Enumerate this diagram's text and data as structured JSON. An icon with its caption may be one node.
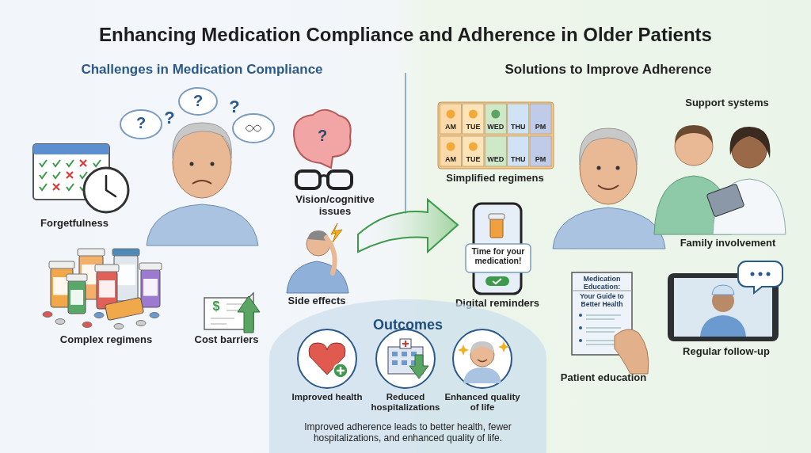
{
  "diagram": {
    "title": "Enhancing Medication Compliance and Adherence in Older Patients",
    "nodes": [
      {
        "text": [
          "Outcomes",
          "Improved health",
          "Reduced hospitalizations",
          "Enhanced quality of life",
          "Improved adherence leads to better health, fewer hospitalizations, and enhanced quality of life."
        ]
      }
    ],
    "labels": [
      "Challenges in Medication Compliance",
      "Solutions to Improve Adherence",
      "?",
      "?",
      "?",
      "?",
      "AM",
      "TUE",
      "WED",
      "THU",
      "PM",
      "AM",
      "TUE",
      "WED",
      "THU",
      "PM",
      "Support systems",
      "?",
      "Simplified regimens",
      "Vision/cognitive issues",
      "Forgetfulness",
      "Family involvement",
      "Time for your medication!",
      "Medication Education:",
      "Your Guide to Better Health",
      "$",
      "Side effects",
      "Digital reminders",
      "Complex regimens",
      "Cost barriers",
      "Regular follow-up",
      "Patient education"
    ]
  }
}
